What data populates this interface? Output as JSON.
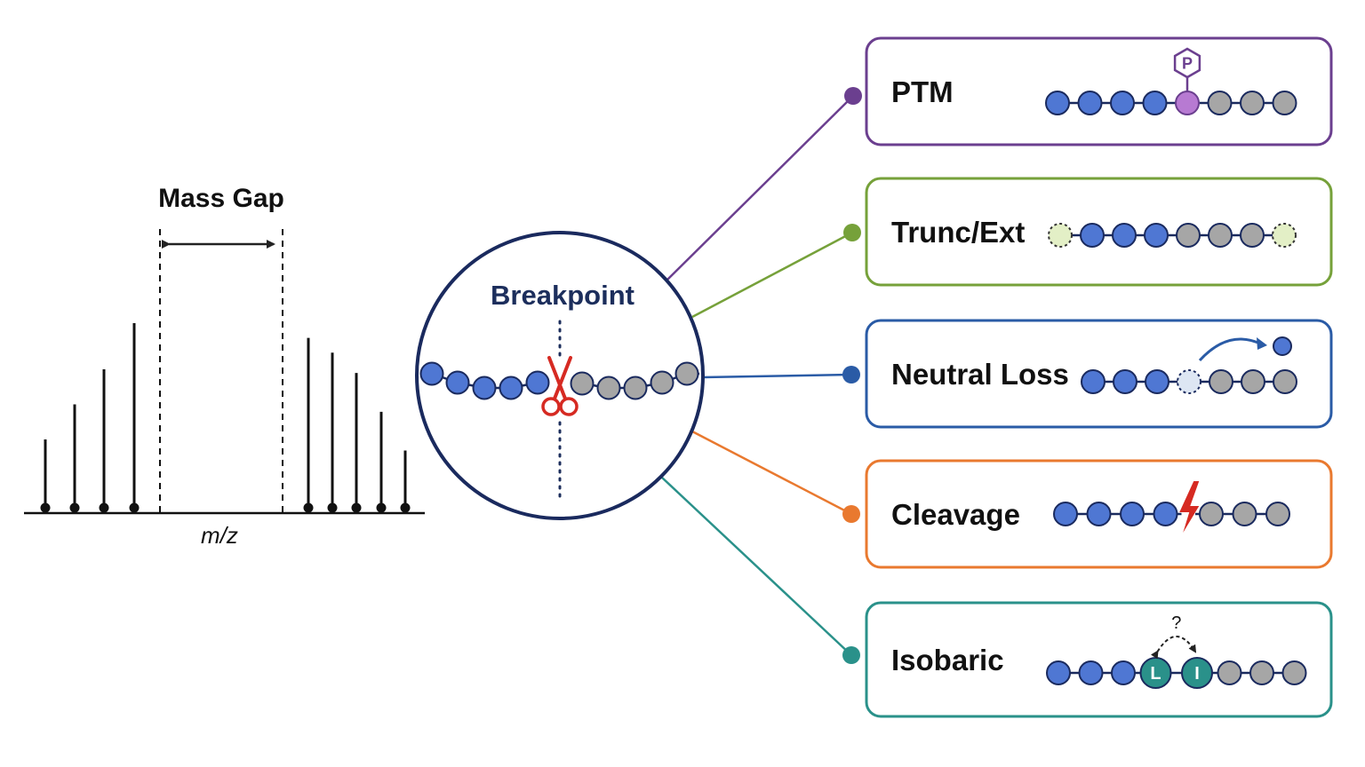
{
  "colors": {
    "blue": "#4f77d3",
    "grey": "#a6a6a6",
    "outline": "#1a2a5e",
    "ptm": "#6b3f8f",
    "ptm_bead": "#b77ad2",
    "trunc": "#76a13a",
    "trunc_bead": "#e3efc6",
    "neutral": "#2a5ba6",
    "neutral_bead": "#dde6f3",
    "cleavage": "#e9792f",
    "bolt": "#d62a22",
    "isobaric": "#2a918a",
    "scissors": "#d62a22",
    "breakpoint_text": "#1c2e5c"
  },
  "spectrum": {
    "mass_gap_label": "Mass Gap",
    "axis_label": "m/z",
    "left_peak_levels": [
      0.37,
      0.56,
      0.75,
      1.0
    ],
    "right_peak_levels": [
      0.92,
      0.84,
      0.73,
      0.52,
      0.31
    ]
  },
  "breakpoint": {
    "label": "Breakpoint",
    "icon": "scissors-icon",
    "left_beads": 5,
    "right_beads": 5
  },
  "panels": [
    {
      "key": "ptm",
      "label": "PTM",
      "color_key": "ptm",
      "beads": [
        "blue",
        "blue",
        "blue",
        "blue",
        "ptm",
        "grey",
        "grey",
        "grey"
      ],
      "marker": {
        "type": "phospho",
        "at": 4,
        "text": "P",
        "icon": "hexagon-icon"
      }
    },
    {
      "key": "trunc",
      "label": "Trunc/Ext",
      "color_key": "trunc",
      "beads": [
        "trunc",
        "blue",
        "blue",
        "blue",
        "grey",
        "grey",
        "grey",
        "trunc"
      ],
      "marker": {
        "type": "dashed-ends"
      }
    },
    {
      "key": "neutral",
      "label": "Neutral Loss",
      "color_key": "neutral",
      "beads": [
        "blue",
        "blue",
        "blue",
        "neutral",
        "grey",
        "grey",
        "grey"
      ],
      "marker": {
        "type": "ejected",
        "from": 3,
        "icon": "curved-arrow-icon"
      }
    },
    {
      "key": "cleavage",
      "label": "Cleavage",
      "color_key": "cleavage",
      "beads": [
        "blue",
        "blue",
        "blue",
        "blue",
        "grey",
        "grey",
        "grey"
      ],
      "marker": {
        "type": "bolt",
        "after": 3,
        "icon": "lightning-bolt-icon"
      }
    },
    {
      "key": "isobaric",
      "label": "Isobaric",
      "color_key": "isobaric",
      "beads": [
        "blue",
        "blue",
        "blue",
        "isobaric",
        "isobaric",
        "grey",
        "grey",
        "grey"
      ],
      "bead_labels": {
        "3": "L",
        "4": "I"
      },
      "marker": {
        "type": "swap",
        "from": 3,
        "to": 4,
        "text": "?",
        "icon": "swap-arrow-icon"
      }
    }
  ]
}
